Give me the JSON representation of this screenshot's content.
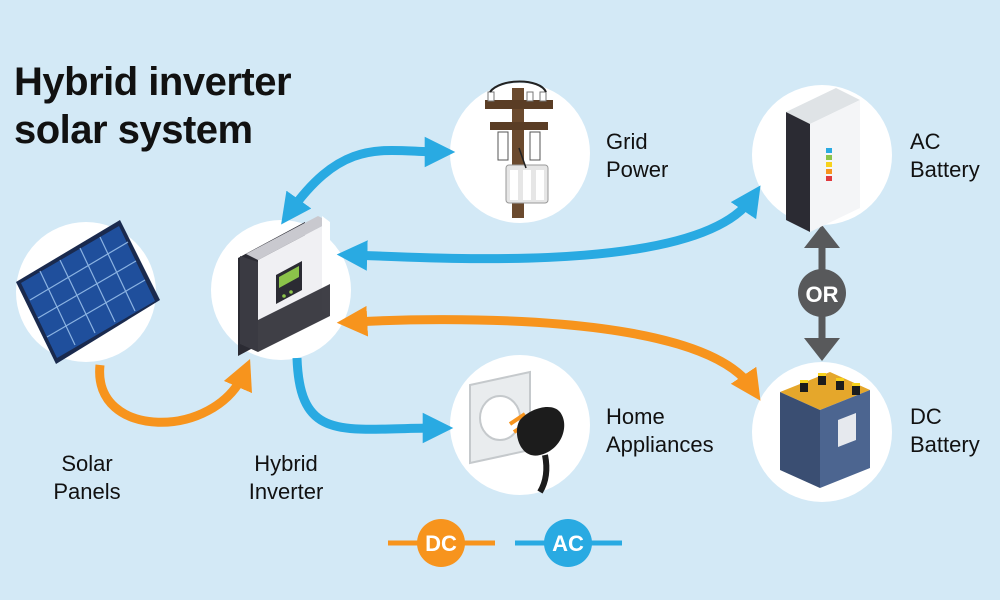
{
  "title": {
    "line1": "Hybrid inverter",
    "line2": "solar system"
  },
  "nodes": {
    "solar_panels": {
      "line1": "Solar",
      "line2": "Panels"
    },
    "hybrid_inverter": {
      "line1": "Hybrid",
      "line2": "Inverter"
    },
    "grid_power": {
      "line1": "Grid",
      "line2": "Power"
    },
    "home_appliances": {
      "line1": "Home",
      "line2": "Appliances"
    },
    "ac_battery": {
      "line1": "AC",
      "line2": "Battery"
    },
    "dc_battery": {
      "line1": "DC",
      "line2": "Battery"
    }
  },
  "connector_label": "OR",
  "legend": {
    "dc": {
      "label": "DC",
      "color": "#f7941d"
    },
    "ac": {
      "label": "AC",
      "color": "#29aae2"
    }
  },
  "colors": {
    "background": "#d3e9f6",
    "dc_line": "#f7941d",
    "ac_line": "#29aae2",
    "connector": "#58595b"
  }
}
